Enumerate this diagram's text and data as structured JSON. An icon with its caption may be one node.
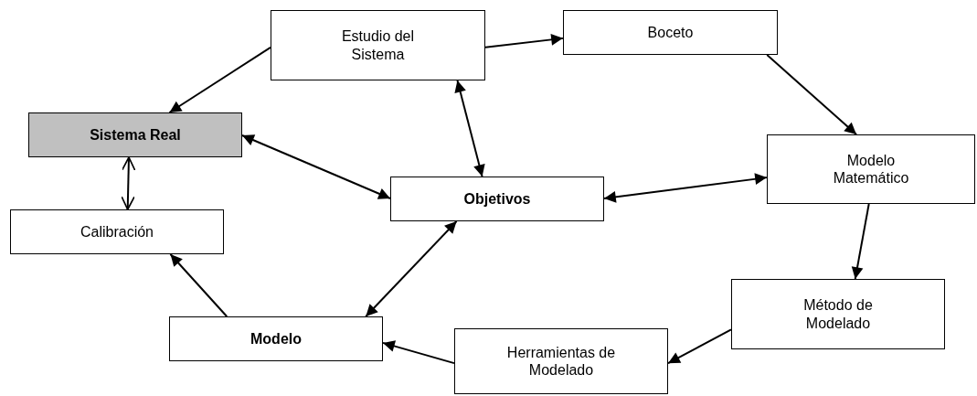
{
  "diagram": {
    "nodes": [
      {
        "text": [
          "Estudio del Sistema"
        ]
      },
      {
        "text": [
          "Boceto"
        ]
      },
      {
        "text": [
          "Sistema Real"
        ]
      },
      {
        "text": [
          "Objetivos"
        ]
      },
      {
        "text": [
          "Modelo Matemático"
        ]
      },
      {
        "text": [
          "Calibración"
        ]
      },
      {
        "text": [
          "Método de Modelado"
        ]
      },
      {
        "text": [
          "Modelo"
        ]
      },
      {
        "text": [
          "Herramientas de Modelado"
        ]
      }
    ],
    "edges": [
      {
        "from": 0,
        "to": 2,
        "arrow": "to"
      },
      {
        "from": 0,
        "to": 1,
        "arrow": "to"
      },
      {
        "from": 2,
        "to": 3,
        "arrow": "both"
      },
      {
        "from": 0,
        "to": 3,
        "arrow": "both"
      },
      {
        "from": 3,
        "to": 4,
        "arrow": "both"
      },
      {
        "from": 1,
        "to": 4,
        "arrow": "to"
      },
      {
        "from": 2,
        "to": 5,
        "arrow": "both"
      },
      {
        "from": 4,
        "to": 6,
        "arrow": "to"
      },
      {
        "from": 6,
        "to": 8,
        "arrow": "to"
      },
      {
        "from": 8,
        "to": 7,
        "arrow": "to"
      },
      {
        "from": 7,
        "to": 5,
        "arrow": "to"
      },
      {
        "from": 3,
        "to": 7,
        "arrow": "both"
      }
    ]
  }
}
